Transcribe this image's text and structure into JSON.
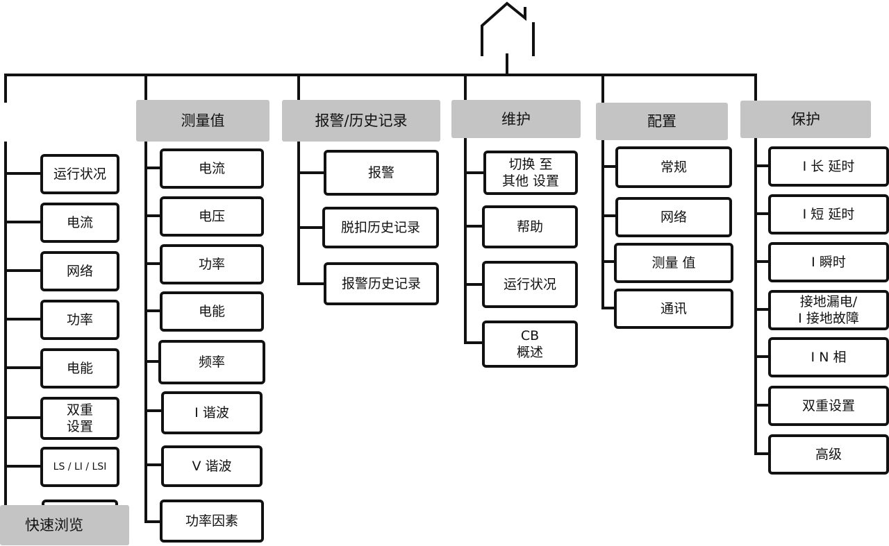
{
  "root": {
    "icon": "home-icon"
  },
  "columns": [
    {
      "id": "quickview",
      "header": "快速浏览",
      "items": [
        "运行状况",
        "电流",
        "网络",
        "功率",
        "电能",
        "双重\n设置",
        "LS / LI / LSI",
        ""
      ]
    },
    {
      "id": "metering",
      "header": "测量值",
      "items": [
        "电流",
        "电压",
        "功率",
        "电能",
        "频率",
        "I 谐波",
        "V 谐波",
        "功率因素"
      ]
    },
    {
      "id": "alarms",
      "header": "报警/历史记录",
      "items": [
        "报警",
        "脱扣历史记录",
        "报警历史记录"
      ]
    },
    {
      "id": "maintenance",
      "header": "维护",
      "items": [
        "切换 至\n其他 设置",
        "帮助",
        "运行状况",
        "CB\n概述"
      ]
    },
    {
      "id": "config",
      "header": "配置",
      "items": [
        "常规",
        "网络",
        "测量 值",
        "通讯"
      ]
    },
    {
      "id": "protection",
      "header": "保护",
      "items": [
        "I 长 延时",
        "I 短 延时",
        "I 瞬时",
        "接地漏电/\nI 接地故障",
        "I N 相",
        "双重设置",
        "高级"
      ]
    }
  ]
}
